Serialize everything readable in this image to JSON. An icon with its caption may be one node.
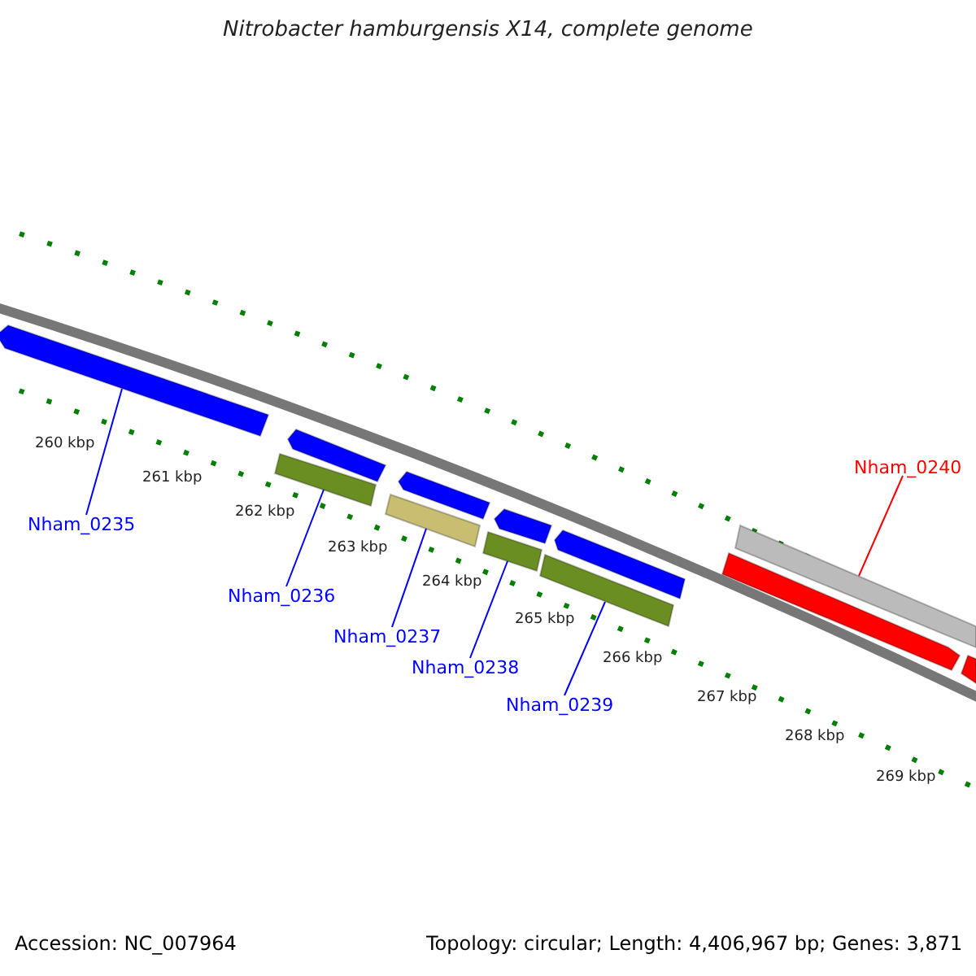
{
  "diagram": {
    "title": "Nitrobacter hamburgensis X14, complete genome",
    "nodes": [
      {
        "text": [
          "Nham_0235"
        ]
      },
      {
        "text": [
          "Nham_0236"
        ]
      },
      {
        "text": [
          "Nham_0237"
        ]
      },
      {
        "text": [
          "Nham_0238"
        ]
      },
      {
        "text": [
          "Nham_0239"
        ]
      },
      {
        "text": [
          "Nham_0240"
        ]
      },
      {
        "text": [],
        "shape": "bar"
      },
      {
        "text": [],
        "shape": "bar"
      },
      {
        "text": [],
        "shape": "bar"
      },
      {
        "text": [],
        "shape": "bar"
      },
      {
        "text": [],
        "shape": "bar"
      },
      {
        "text": [],
        "shape": "bar"
      },
      {
        "text": [],
        "shape": "bar"
      },
      {
        "text": [],
        "shape": "bar"
      },
      {
        "text": [],
        "shape": "bar"
      },
      {
        "text": [],
        "shape": "bar"
      },
      {
        "text": [],
        "shape": "bar"
      },
      {
        "text": [],
        "shape": "bar"
      }
    ],
    "edges": [
      {
        "from": 0,
        "to": 6,
        "arrow": "none"
      },
      {
        "from": 1,
        "to": 7,
        "arrow": "none"
      },
      {
        "from": 2,
        "to": 9,
        "arrow": "none"
      },
      {
        "from": 3,
        "to": 11,
        "arrow": "none"
      },
      {
        "from": 4,
        "to": 13,
        "arrow": "none"
      },
      {
        "from": 5,
        "to": 16,
        "arrow": "none",
        "color": "#ff0000"
      }
    ],
    "labels": [
      "260 kbp",
      "261 kbp",
      "262 kbp",
      "263 kbp",
      "264 kbp",
      "265 kbp",
      "266 kbp",
      "267 kbp",
      "268 kbp",
      "269 kbp",
      "Accession: NC_007964",
      "Topology: circular; Length: 4,406,967 bp; Genes: 3,871"
    ]
  }
}
